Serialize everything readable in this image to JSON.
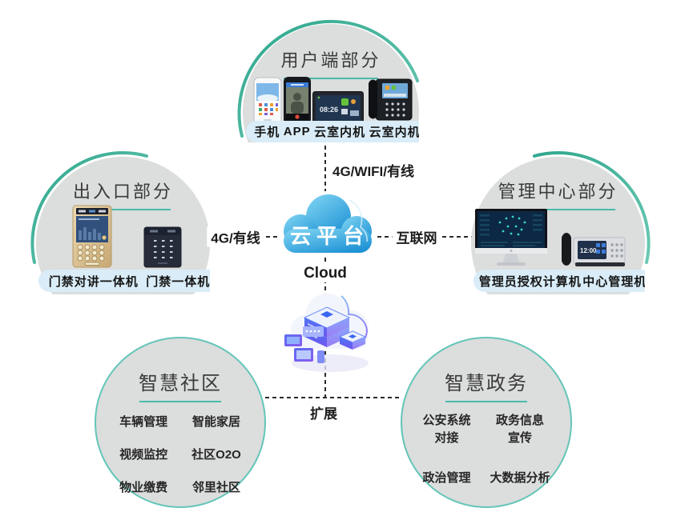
{
  "sections": {
    "user_terminal": {
      "title": "用户端部分",
      "device_labels": [
        "手机",
        "APP",
        "云室内机",
        "云室内机"
      ],
      "panel_clock": "08:26"
    },
    "entrance": {
      "title": "出入口部分",
      "device_labels": [
        "门禁对讲一体机",
        "门禁一体机"
      ]
    },
    "management_center": {
      "title": "管理中心部分",
      "device_labels": [
        "管理员授权计算机",
        "中心管理机"
      ],
      "phone_clock": "12:00"
    }
  },
  "cloud": {
    "platform_label": "云平台",
    "caption": "Cloud"
  },
  "connections": {
    "user_link": "4G/WIFI/有线",
    "entrance_link": "4G/有线",
    "management_link": "互联网",
    "expansion_link": "扩展"
  },
  "expansion_circles": {
    "smart_community": {
      "title": "智慧社区",
      "items": [
        "车辆管理",
        "智能家居",
        "视频监控",
        "社区O2O",
        "物业缴费",
        "邻里社区"
      ]
    },
    "smart_government": {
      "title": "智慧政务",
      "items": [
        "公安系统\n对接",
        "政务信息\n宣传",
        "政治管理",
        "大数据分析"
      ]
    }
  },
  "colors": {
    "accent_teal": "#2fa78d",
    "underline_teal": "#47bbac",
    "dome_gray": "#dcdddd",
    "pill_blue": "#d9ecf7",
    "cloud_blue_light": "#7ed3f2",
    "cloud_blue_dark": "#1b90d4",
    "circle_border_teal": "#63c6b8",
    "dash_line": "#2b2b2b"
  }
}
